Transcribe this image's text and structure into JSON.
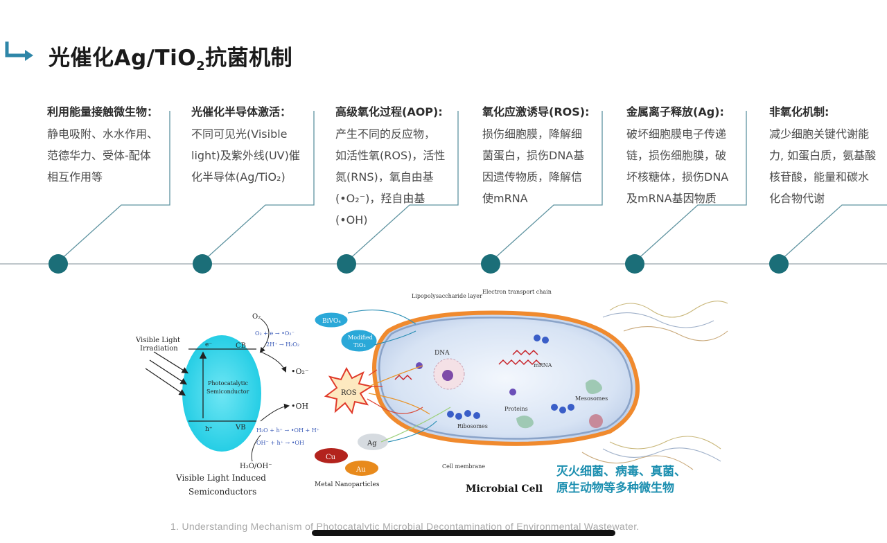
{
  "title": {
    "main": "光催化Ag/TiO",
    "sub": "2",
    "tail": "抗菌机制"
  },
  "columns": [
    {
      "heading": "利用能量接触微生物：",
      "lines": [
        "静电吸附、水水作用、",
        "范德华力、受体-配体",
        "相互作用等"
      ]
    },
    {
      "heading": "光催化半导体激活：",
      "lines": [
        "不同可见光(Visible",
        "light)及紫外线(UV)催",
        "化半导体(Ag/TiO₂)"
      ]
    },
    {
      "heading": "高级氧化过程(AOP):",
      "lines": [
        "产生不同的反应物，",
        "如活性氧(ROS)，活性",
        "氮(RNS)，氧自由基",
        "(•O₂⁻)，羟自由基",
        "(•OH)"
      ]
    },
    {
      "heading": "氧化应激诱导(ROS):",
      "lines": [
        "损伤细胞膜，降解细",
        "菌蛋白，损伤DNA基",
        "因遗传物质，降解信",
        "使mRNA"
      ]
    },
    {
      "heading": "金属离子释放(Ag):",
      "lines": [
        "破坏细胞膜电子传递",
        "链，损伤细胞膜，破",
        "坏核糖体，损伤DNA",
        "及mRNA基因物质"
      ]
    },
    {
      "heading": "非氧化机制:",
      "lines": [
        "减少细胞关键代谢能",
        "力, 如蛋白质，氨基酸",
        "核苷酸，能量和碳水",
        "化合物代谢"
      ]
    }
  ],
  "diagram": {
    "visible_light": "Visible Light\nIrradiation",
    "cb": "CB",
    "vb": "VB",
    "e": "e⁻",
    "h": "h⁺",
    "semiconductor": "Photocatalytic\nSemiconductor",
    "vl_induced": "Visible Light Induced",
    "semiconductors": "Semiconductors",
    "o2": "O₂",
    "o2_radical": "•O₂⁻",
    "oh_radical": "•OH",
    "h2o_oh": "H₂O/OH⁻",
    "eq1": "O₂ + e → •O₂⁻",
    "eq2": "2H⁺ → H₂O₂",
    "eq3": "H₂O + h⁺ → •OH + H⁺",
    "eq4": "OH⁻ + h⁺ → •OH",
    "bivo4": "BiVO₄",
    "modified": "Modified\nTiO₂",
    "ros": "ROS",
    "ag": "Ag",
    "cu": "Cu",
    "au": "Au",
    "metal_np": "Metal Nanoparticles",
    "lipopoly": "Lipopolysaccharide\nlayer",
    "electron_transport": "Electron transport chain",
    "dna": "DNA",
    "mrna": "mRNA",
    "protein": "Proteins",
    "ribosomes": "Ribosomes",
    "mesosome": "Mesosomes",
    "cell_membrane": "Cell membrane",
    "microbial_cell": "Microbial Cell"
  },
  "kill_text": [
    "灭火细菌、病毒、真菌、",
    "原生动物等多种微生物"
  ],
  "reference": "1.   Understanding Mechanism of Photocatalytic Microbial Decontamination of Environmental Wastewater.",
  "colors": {
    "accent": "#1f6f7a",
    "teal_node": "#1b6e78",
    "arrow": "#2b8fb5"
  }
}
